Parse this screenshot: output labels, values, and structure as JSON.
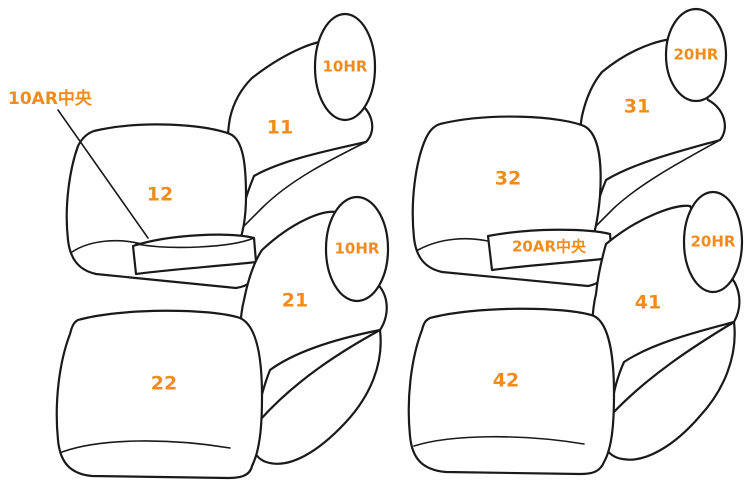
{
  "colors": {
    "label": "#f08c1e",
    "outline": "#1a1a1a",
    "background": "#ffffff"
  },
  "labels": {
    "armrest_1": "10AR中央",
    "armrest_2": "20AR中央",
    "headrest_11": "10HR",
    "headrest_21": "10HR",
    "headrest_31": "20HR",
    "headrest_41": "20HR",
    "seat_11": "11",
    "seat_12": "12",
    "seat_21": "21",
    "seat_22": "22",
    "seat_31": "31",
    "seat_32": "32",
    "seat_41": "41",
    "seat_42": "42"
  }
}
